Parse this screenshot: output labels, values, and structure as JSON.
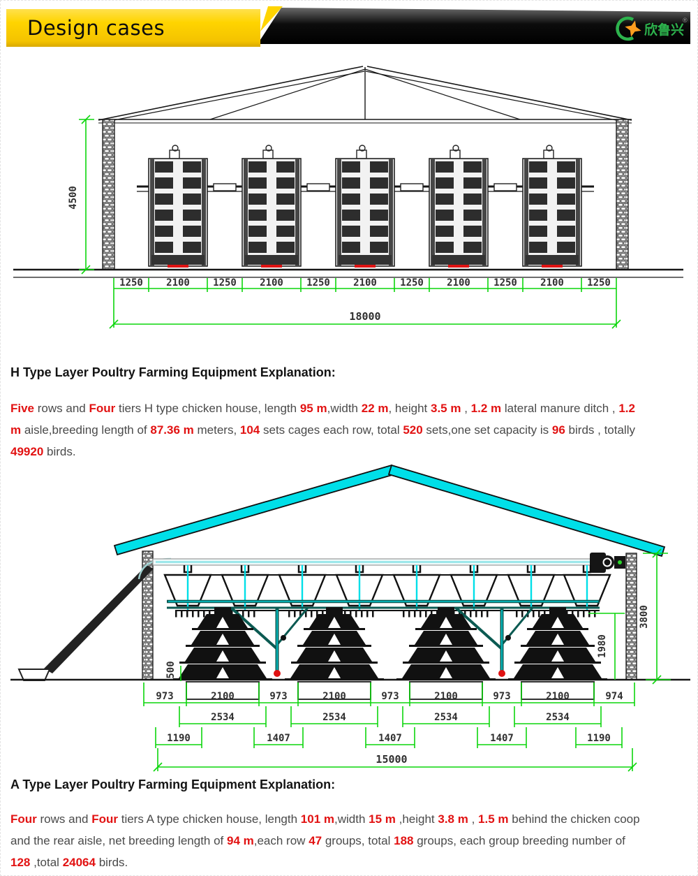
{
  "banner": {
    "title": "Design cases",
    "logo_text": "欣鲁兴",
    "logo_reg": "®",
    "yellow": "#ffd400",
    "logo_green": "#2db34d",
    "logo_orange": "#ff9d1f"
  },
  "colors": {
    "dimension_green": "#0cd60c",
    "drawing_black": "#161616",
    "roof_cyan": "#00dfe8",
    "truss_teal": "#0b5a52",
    "marker_red": "#e01212",
    "text_red": "#e21212",
    "text_gray": "#4a4a4a"
  },
  "diagram1": {
    "title": "H type chicken house cross-section",
    "dims": {
      "height": "4500",
      "row1": [
        "1250",
        "2100",
        "1250",
        "2100",
        "1250",
        "2100",
        "1250",
        "2100",
        "1250",
        "2100",
        "1250"
      ],
      "total": "18000"
    }
  },
  "diagram2": {
    "title": "A type chicken house cross-section",
    "dims": {
      "overall_height": "3800",
      "cage_height": "1980",
      "pit_depth": "500",
      "row1": [
        "973",
        "2100",
        "973",
        "2100",
        "973",
        "2100",
        "973",
        "2100",
        "974"
      ],
      "row2": [
        "2534",
        "2534",
        "2534",
        "2534"
      ],
      "row3": [
        "1190",
        "1407",
        "1407",
        "1407",
        "1190"
      ],
      "total": "15000"
    }
  },
  "h_section": {
    "heading": "H Type Layer Poultry Farming Equipment Explanation:",
    "lines": [
      [
        {
          "t": "Five",
          "r": true
        },
        {
          "t": " rows and "
        },
        {
          "t": "Four",
          "r": true
        },
        {
          "t": " tiers H type chicken house, length "
        },
        {
          "t": "95 m",
          "r": true
        },
        {
          "t": ",width "
        },
        {
          "t": "22 m",
          "r": true
        },
        {
          "t": ", height "
        },
        {
          "t": "3.5 m",
          "r": true
        },
        {
          "t": " , "
        },
        {
          "t": "1.2 m",
          "r": true
        },
        {
          "t": " lateral manure ditch , "
        },
        {
          "t": "1.2",
          "r": true
        }
      ],
      [
        {
          "t": "m",
          "r": true
        },
        {
          "t": " aisle,breeding length of "
        },
        {
          "t": "87.36 m",
          "r": true
        },
        {
          "t": " meters,  "
        },
        {
          "t": "104",
          "r": true
        },
        {
          "t": " sets cages each row, total "
        },
        {
          "t": "520",
          "r": true
        },
        {
          "t": " sets,one set capacity is "
        },
        {
          "t": "96",
          "r": true
        },
        {
          "t": " birds , totally"
        }
      ],
      [
        {
          "t": "49920",
          "r": true
        },
        {
          "t": " birds."
        }
      ]
    ]
  },
  "a_section": {
    "heading": "A Type Layer Poultry Farming Equipment Explanation:",
    "lines": [
      [
        {
          "t": "Four",
          "r": true
        },
        {
          "t": " rows and "
        },
        {
          "t": "Four",
          "r": true
        },
        {
          "t": " tiers A type chicken house, length "
        },
        {
          "t": "101 m",
          "r": true
        },
        {
          "t": ",width "
        },
        {
          "t": "15 m",
          "r": true
        },
        {
          "t": " ,height "
        },
        {
          "t": "3.8 m",
          "r": true
        },
        {
          "t": " , "
        },
        {
          "t": "1.5 m",
          "r": true
        },
        {
          "t": " behind the chicken coop"
        }
      ],
      [
        {
          "t": "and the rear aisle, net breeding length of "
        },
        {
          "t": "94 m",
          "r": true
        },
        {
          "t": ",each row "
        },
        {
          "t": "47",
          "r": true
        },
        {
          "t": " groups, total "
        },
        {
          "t": "188",
          "r": true
        },
        {
          "t": " groups, each group breeding number of"
        }
      ],
      [
        {
          "t": "128",
          "r": true
        },
        {
          "t": " ,total "
        },
        {
          "t": "24064",
          "r": true
        },
        {
          "t": " birds."
        }
      ]
    ]
  }
}
